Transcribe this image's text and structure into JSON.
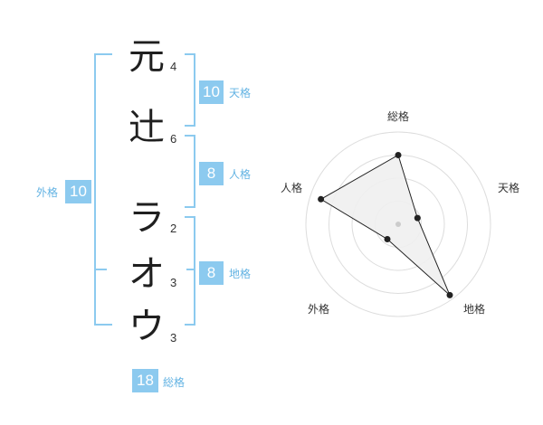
{
  "name": {
    "characters": [
      {
        "char": "元",
        "strokes": "4"
      },
      {
        "char": "辻",
        "strokes": "6"
      },
      {
        "char": "ラ",
        "strokes": "2"
      },
      {
        "char": "オ",
        "strokes": "3"
      },
      {
        "char": "ウ",
        "strokes": "3"
      }
    ]
  },
  "fortune": {
    "tenkaku": {
      "value": "10",
      "label": "天格"
    },
    "jinkaku": {
      "value": "8",
      "label": "人格"
    },
    "chikaku": {
      "value": "8",
      "label": "地格"
    },
    "gaikaku": {
      "value": "10",
      "label": "外格"
    },
    "soukaku": {
      "value": "18",
      "label": "総格"
    }
  },
  "radar": {
    "axes": [
      "総格",
      "天格",
      "地格",
      "外格",
      "人格"
    ],
    "values": [
      0.75,
      0.22,
      0.95,
      0.2,
      0.88
    ],
    "colors": {
      "grid": "#dddddd",
      "fill": "#f0f0f0",
      "line": "#222222",
      "center": "#cccccc"
    }
  },
  "colors": {
    "accent": "#8ccaef",
    "accent_text": "#63b3e3"
  }
}
